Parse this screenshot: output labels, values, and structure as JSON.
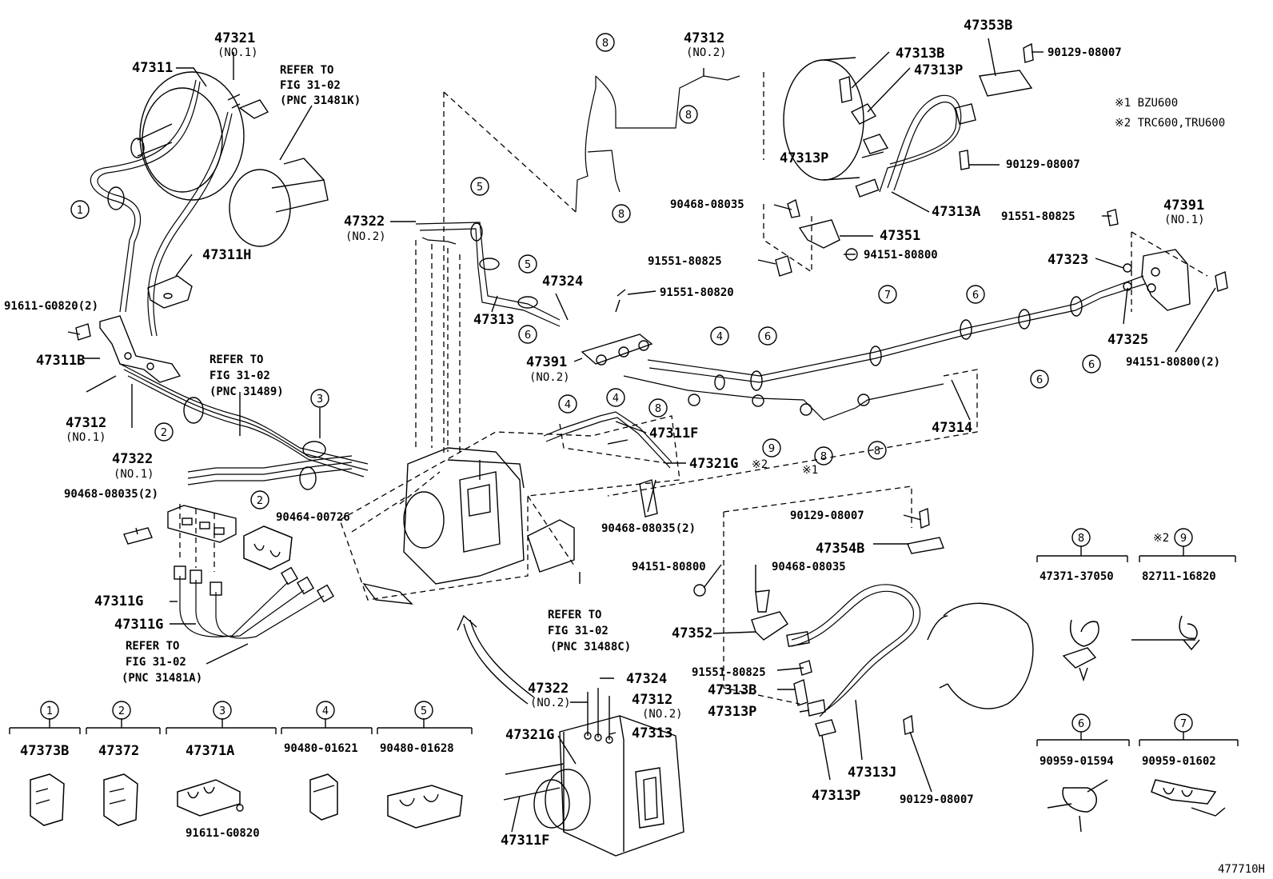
{
  "notes": {
    "note1": "※1 BZU600",
    "note2": "※2 TRC600,TRU600"
  },
  "figure_id": "477710H",
  "labels": {
    "p47321": "47321",
    "p47321_sub": "(NO.1)",
    "p47311": "47311",
    "refer_a1": "REFER TO",
    "refer_a2": "FIG 31-02",
    "refer_a3": "(PNC 31481K)",
    "p47311H": "47311H",
    "p91611_2": "91611-G0820(2)",
    "p47311B": "47311B",
    "refer_b1": "REFER TO",
    "refer_b2": "FIG 31-02",
    "refer_b3": "(PNC 31489)",
    "p47312_l": "47312",
    "p47312_l_sub": "(NO.1)",
    "p47322_l": "47322",
    "p47322_l_sub": "(NO.1)",
    "p90468_2a": "90468-08035(2)",
    "p90464": "90464-00726",
    "p47311G_1": "47311G",
    "p47311G_2": "47311G",
    "refer_c1": "REFER TO",
    "refer_c2": "FIG 31-02",
    "refer_c3": "(PNC 31481A)",
    "p47322_n2": "47322",
    "p47322_n2_sub": "(NO.2)",
    "p47324": "47324",
    "p47313": "47313",
    "p47391_n2": "47391",
    "p47391_n2_sub": "(NO.2)",
    "p91551_80820": "91551-80820",
    "p47312_n2": "47312",
    "p47312_n2_sub": "(NO.2)",
    "p47311F": "47311F",
    "p47321G": "47321G",
    "p47321G_mark": "※2",
    "p90468_2b": "90468-08035(2)",
    "p47314": "47314",
    "mark1": "※1",
    "refer_d1": "REFER TO",
    "refer_d2": "FIG 31-02",
    "refer_d3": "(PNC 31488C)",
    "p47353B": "47353B",
    "p47313B_t": "47313B",
    "p47313P_t1": "47313P",
    "p47313P_t2": "47313P",
    "p90129_a": "90129-08007",
    "p90129_b": "90129-08007",
    "p90468_r": "90468-08035",
    "p47313A": "47313A",
    "p47351": "47351",
    "p91551_80825_a": "91551-80825",
    "p94151_a": "94151-80800",
    "p91551_80825_r": "91551-80825",
    "p47391_n1": "47391",
    "p47391_n1_sub": "(NO.1)",
    "p47323": "47323",
    "p47325": "47325",
    "p94151_2": "94151-80800(2)",
    "p90129_c": "90129-08007",
    "p47354B": "47354B",
    "p94151_b": "94151-80800",
    "p90468_c": "90468-08035",
    "p47352": "47352",
    "p91551_80825_b": "91551-80825",
    "p47313B_b": "47313B",
    "p47313P_b1": "47313P",
    "p47313J": "47313J",
    "p47313P_b2": "47313P",
    "p90129_d": "90129-08007",
    "p47322_c": "47322",
    "p47322_c_sub": "(NO.2)",
    "p47324_c": "47324",
    "p47312_c": "47312",
    "p47312_c_sub": "(NO.2)",
    "p47321G_c": "47321G",
    "p47313_c": "47313",
    "p47311F_c": "47311F"
  },
  "legend": [
    {
      "num": "1",
      "part": "47373B"
    },
    {
      "num": "2",
      "part": "47372"
    },
    {
      "num": "3",
      "part": "47371A",
      "extra": "91611-G0820"
    },
    {
      "num": "4",
      "part": "90480-01621"
    },
    {
      "num": "5",
      "part": "90480-01628"
    },
    {
      "num": "8",
      "part": "47371-37050"
    },
    {
      "num": "9",
      "part": "82711-16820",
      "mark": "※2"
    },
    {
      "num": "6",
      "part": "90959-01594"
    },
    {
      "num": "7",
      "part": "90959-01602"
    }
  ],
  "callouts": [
    "1",
    "2",
    "2",
    "3",
    "4",
    "4",
    "4",
    "5",
    "5",
    "6",
    "6",
    "6",
    "6",
    "7",
    "8",
    "8",
    "8",
    "8",
    "8",
    "9"
  ]
}
